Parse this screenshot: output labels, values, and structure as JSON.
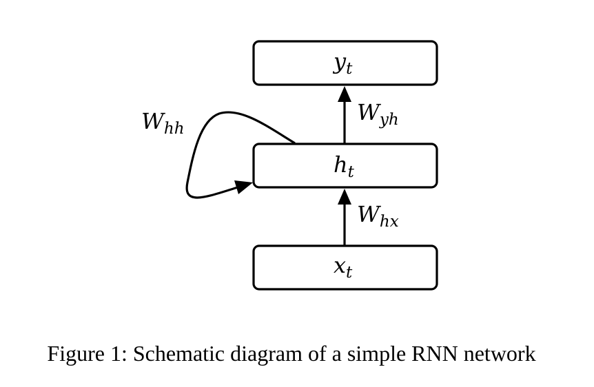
{
  "diagram": {
    "nodes": {
      "output": {
        "base": "y",
        "sub": "t"
      },
      "hidden": {
        "base": "h",
        "sub": "t"
      },
      "input": {
        "base": "x",
        "sub": "t"
      }
    },
    "edges": {
      "recurrent": {
        "base": "W",
        "sub": "hh"
      },
      "hidden_to_output": {
        "base": "W",
        "sub": "yh"
      },
      "input_to_hidden": {
        "base": "W",
        "sub": "hx"
      }
    }
  },
  "caption": "Figure 1: Schematic diagram of a simple RNN network"
}
